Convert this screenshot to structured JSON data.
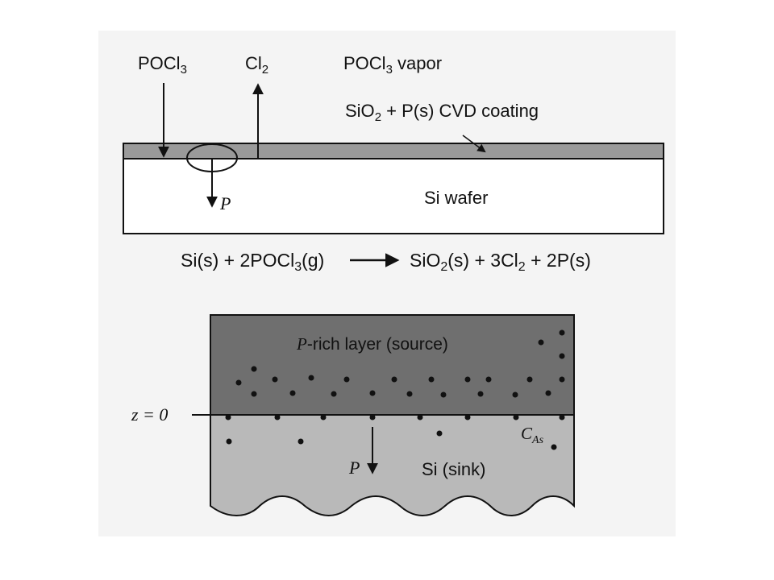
{
  "colors": {
    "page": "#ffffff",
    "scan_paper": "#f4f4f4",
    "coating": "#9a9a9a",
    "p_rich_layer": "#6f6f6f",
    "si_sink": "#b9b9b9",
    "ink": "#111111"
  },
  "top_diagram": {
    "pocl3_sub": {
      "base": "POCl",
      "sub": "3"
    },
    "cl2": {
      "base": "Cl",
      "sub": "2"
    },
    "vapor": {
      "base": "POCl",
      "sub": "3",
      "rest": " vapor"
    },
    "coating": {
      "base": "SiO",
      "sub": "2",
      "rest": " + P(s) CVD coating"
    },
    "p_label": "P",
    "wafer_label": "Si wafer"
  },
  "equation": {
    "lhs_a": "Si(s) + 2POCl",
    "lhs_sub": "3",
    "lhs_b": "(g)",
    "rhs_a": "SiO",
    "rhs_sub1": "2",
    "rhs_b": "(s) + 3Cl",
    "rhs_sub2": "2",
    "rhs_c": " + 2P(s)"
  },
  "bottom_diagram": {
    "source_label_italic": "P",
    "source_label_rest": "-rich layer (source)",
    "z_label": "z = 0",
    "cas": {
      "base": "C",
      "sub": "As"
    },
    "p_label": "P",
    "sink_label": "Si (sink)"
  }
}
